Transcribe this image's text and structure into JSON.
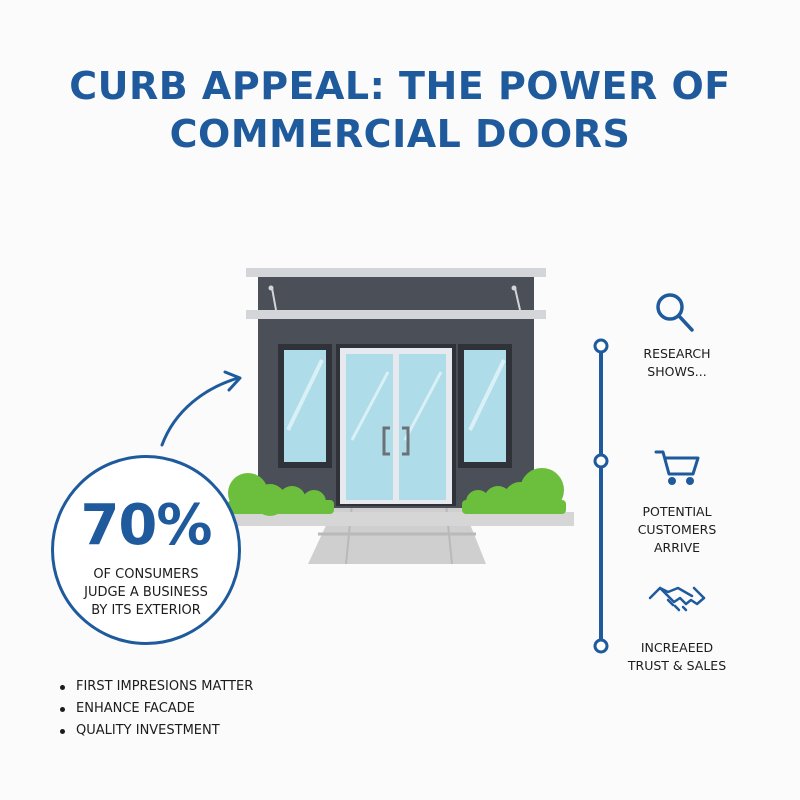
{
  "title": {
    "line1": "CURB APPEAL: THE POWER OF",
    "line2": "COMMERCIAL DOORS"
  },
  "stat": {
    "value": "70%",
    "caption_lines": [
      "OF CONSUMERS",
      "JUDGE A BUSINESS",
      "BY ITS EXTERIOR"
    ]
  },
  "bullets": [
    "FIRST IMPRESIONS MATTER",
    "ENHANCE FACADE",
    "QUALITY INVESTMENT"
  ],
  "steps": [
    {
      "icon": "magnifier-icon",
      "lines": [
        "RESEARCH",
        "SHOWS..."
      ]
    },
    {
      "icon": "shopping-cart-icon",
      "lines": [
        "POTENTIAL",
        "CUSTOMERS",
        "ARRIVE"
      ]
    },
    {
      "icon": "handshake-icon",
      "lines": [
        "INCREAEED",
        "TRUST & SALES"
      ]
    }
  ],
  "colors": {
    "accent": "#1e5a9c",
    "storefront": "#4b4f57",
    "glass": "#aedce8",
    "shrub": "#6cbf3c"
  }
}
